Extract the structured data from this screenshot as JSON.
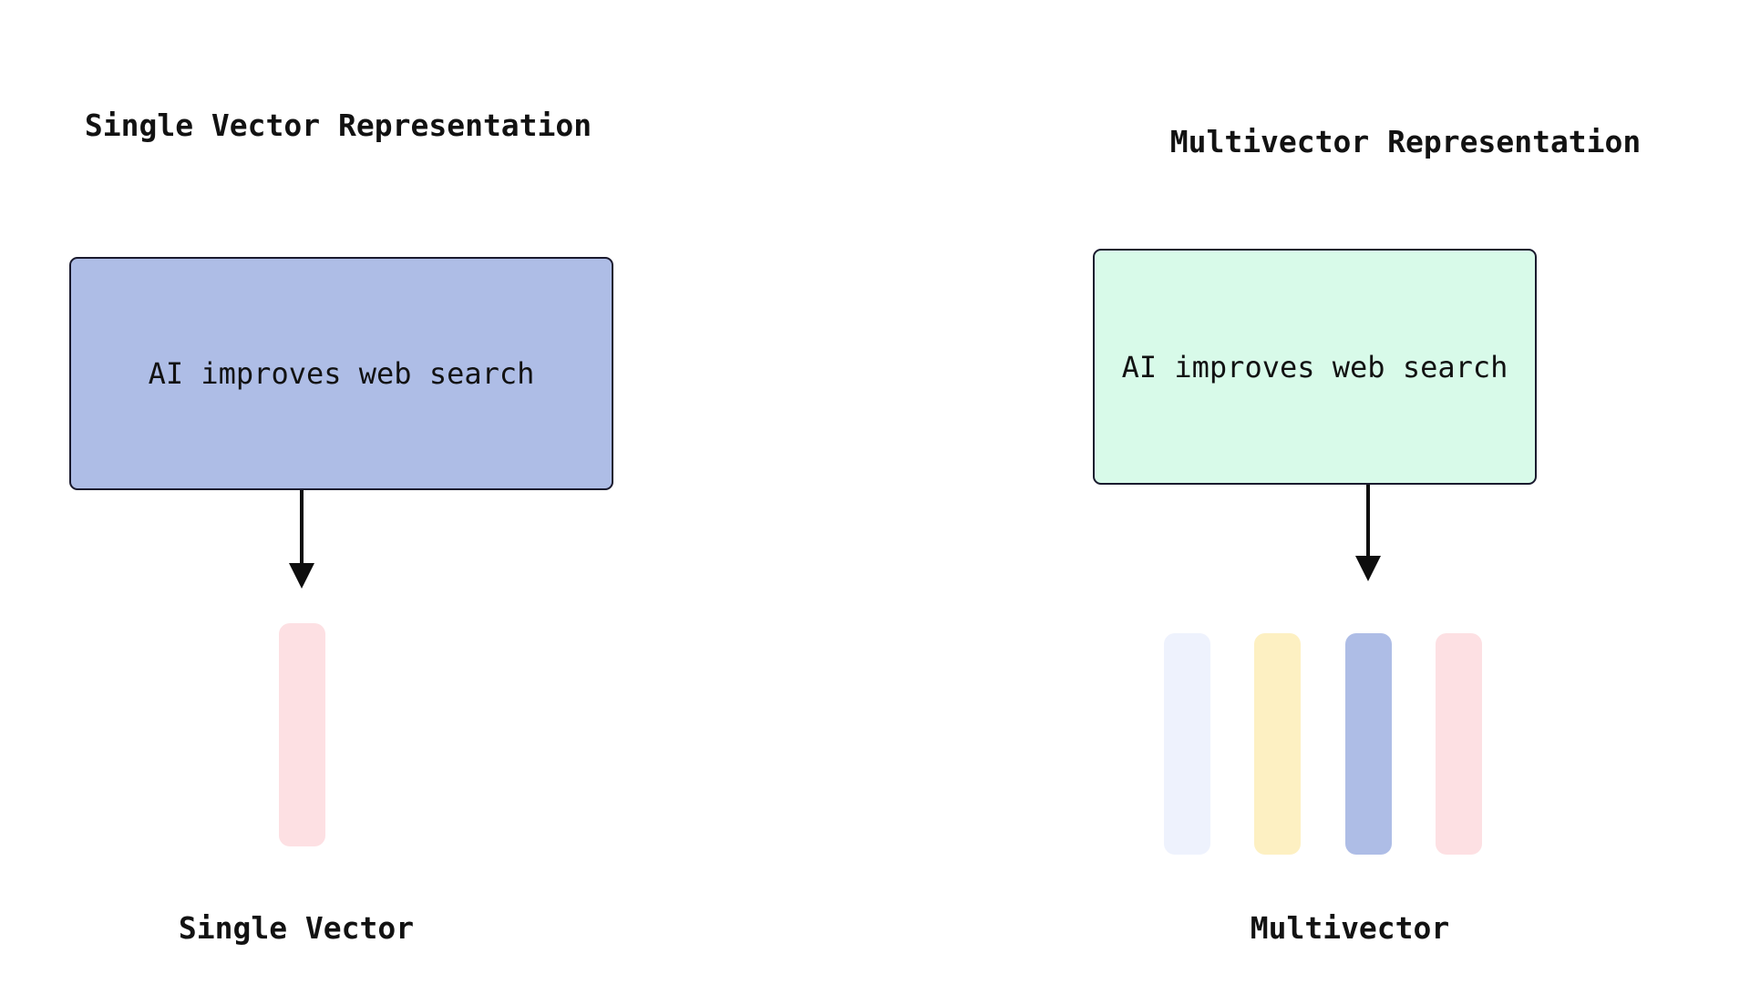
{
  "left": {
    "title": "Single Vector Representation",
    "box_label": "AI improves web search",
    "box_fill": "#aebde6",
    "caption": "Single Vector",
    "bar_color": "#fde0e3",
    "arrow_icon": "down-arrow-icon"
  },
  "right": {
    "title": "Multivector Representation",
    "box_label": "AI improves web search",
    "box_fill": "#d8fae9",
    "caption": "Multivector",
    "bar_colors": [
      "#eef2fd",
      "#fdf0c2",
      "#aebde6",
      "#fde0e3"
    ],
    "arrow_icon": "down-arrow-icon"
  },
  "colors": {
    "background": "#ffffff",
    "box_border": "#1a1a2e",
    "arrow": "#0e0e0e",
    "text": "#121212"
  }
}
